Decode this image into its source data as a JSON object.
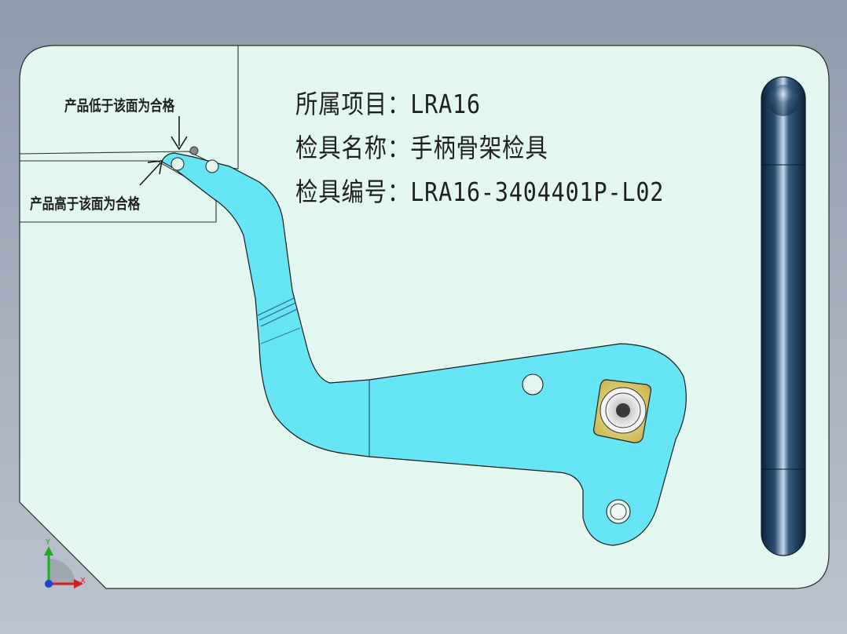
{
  "info": {
    "project": "所属项目：LRA16",
    "fixture_name": "检具名称：手柄骨架检具",
    "fixture_number": "检具编号：LRA16-3404401P-L02"
  },
  "notes": {
    "lower": "产品低于该面为合格",
    "higher": "产品高于该面为合格"
  },
  "triad": {
    "x": "X",
    "y": "Y"
  },
  "colors": {
    "base_plate": "#e2f7ef",
    "part": "#66e6f5",
    "handle": "#1c3b5c",
    "bushing": "#d8c864"
  }
}
